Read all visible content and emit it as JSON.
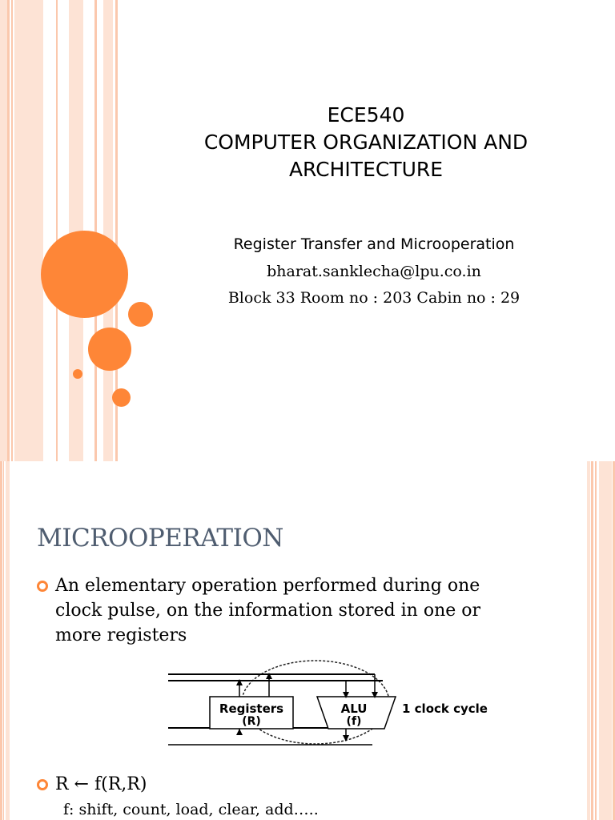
{
  "slide1": {
    "title_lines": [
      "ECE540",
      "COMPUTER ORGANIZATION AND",
      "ARCHITECTURE"
    ],
    "subtitle": "Register Transfer and Microoperation",
    "email": "bharat.sanklecha@lpu.co.in",
    "location": "Block 33 Room no : 203 Cabin no : 29"
  },
  "slide2": {
    "title": "MICROOPERATION",
    "bullet1_lines": [
      "An elementary operation performed during one",
      "clock pulse, on the information stored in one or",
      "more registers"
    ],
    "diagram": {
      "registers_label": "Registers",
      "registers_sub": "(R)",
      "alu_label": "ALU",
      "alu_sub": "(f)",
      "cycle_label": "1 clock cycle"
    },
    "bullet2": "R ← f(R,R)",
    "bullet2_sub": "f: shift, count, load, clear, add….."
  },
  "colors": {
    "accent": "#fe8637",
    "stripe_light": "#fde3d5",
    "stripe_mid": "#fbc8ad",
    "title_slate": "#4f5d70"
  }
}
